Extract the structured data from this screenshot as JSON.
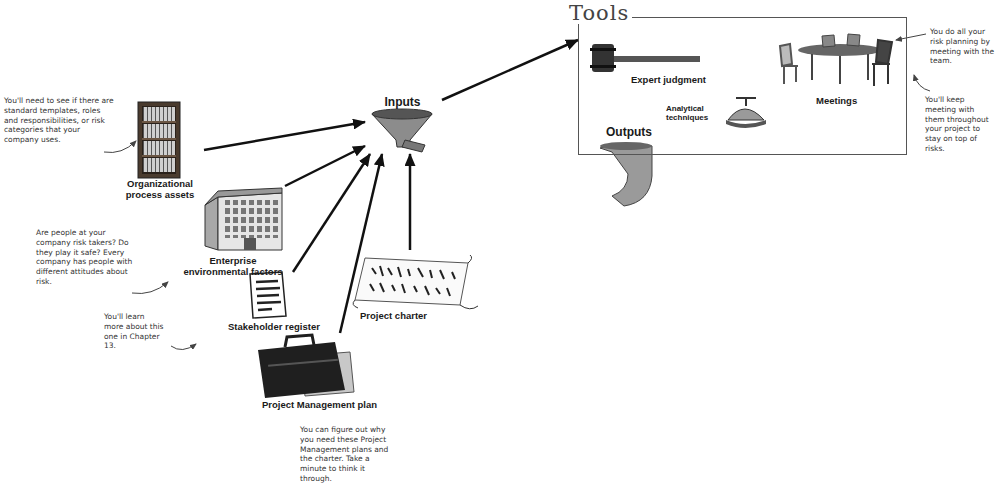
{
  "diagram": {
    "nodes": [
      {
        "text": [
          "Organizational process assets"
        ]
      },
      {
        "text": [
          "Inputs"
        ]
      },
      {
        "text": [
          "Tools"
        ]
      },
      {
        "text": [
          "Expert judgment"
        ],
        "in": 2
      },
      {
        "text": [
          "Meetings"
        ],
        "in": 2
      },
      {
        "text": [
          "Analytical techniques"
        ],
        "in": 2
      },
      {
        "text": [
          "Outputs"
        ],
        "in": 2
      },
      {
        "text": [
          "Enterprise environmental factors"
        ]
      },
      {
        "text": [
          "Stakeholder register"
        ]
      },
      {
        "text": [
          "Project charter"
        ]
      },
      {
        "text": [
          "Project Management plan"
        ]
      }
    ],
    "edges": [
      {
        "from": 0,
        "to": 1,
        "arrow": "to"
      },
      {
        "from": 7,
        "to": 1,
        "arrow": "to"
      },
      {
        "from": 8,
        "to": 1,
        "arrow": "to"
      },
      {
        "from": 10,
        "to": 1,
        "arrow": "to"
      },
      {
        "from": 9,
        "to": 1,
        "arrow": "to"
      },
      {
        "from": 1,
        "to": 2,
        "arrow": "to"
      }
    ],
    "labels": [
      "You'll need to see if there are standard templates, roles and responsibilities, or risk categories that your company uses.",
      "Are people at your company risk takers? Do they play it safe? Every company has people with different attitudes about risk.",
      "You'll learn more about this one in Chapter 13.",
      "You can figure out why you need these Project Management plans and the charter. Take a minute to think it through.",
      "You do all your risk planning by meeting with the team.",
      "You'll keep meeting with them throughout your project to stay on top of risks."
    ]
  }
}
